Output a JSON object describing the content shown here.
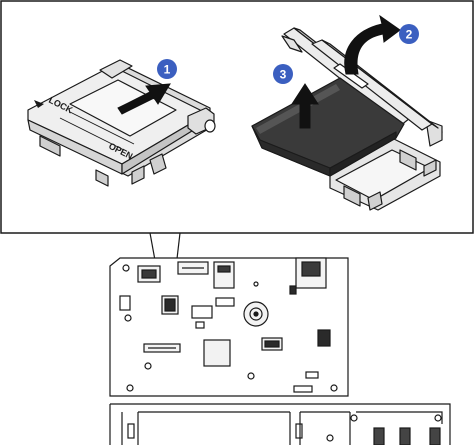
{
  "callouts": [
    {
      "number": "1",
      "color": "#3b5fc0"
    },
    {
      "number": "2",
      "color": "#3b5fc0"
    },
    {
      "number": "3",
      "color": "#3b5fc0"
    }
  ],
  "card_slot": {
    "lock_text": "LOCK",
    "open_text": "OPEN"
  },
  "colors": {
    "line": "#1a1a1a",
    "part_light": "#ececec",
    "part_mid": "#d2d2d2",
    "card_dark": "#3a3a3a",
    "arrow": "#111111",
    "callout": "#3b5fc0"
  }
}
